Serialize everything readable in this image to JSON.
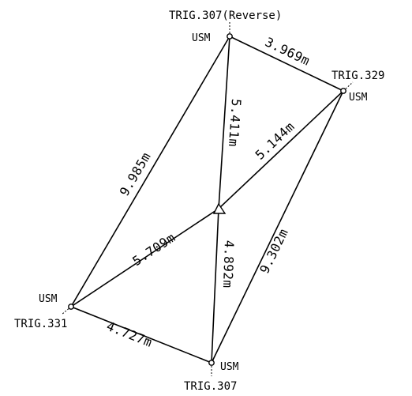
{
  "stations": {
    "trig307_reverse": {
      "name": "TRIG.307(Reverse)",
      "marker": "USM"
    },
    "trig329": {
      "name": "TRIG.329",
      "marker": "USM"
    },
    "trig331": {
      "name": "TRIG.331",
      "marker": "USM"
    },
    "trig307": {
      "name": "TRIG.307",
      "marker": "USM"
    }
  },
  "distances": {
    "reverse_to_329": "3.969m",
    "reverse_to_center": "5.411m",
    "center_to_329": "5.144m",
    "reverse_to_331": "9.985m",
    "center_to_331": "5.709m",
    "center_to_307": "4.892m",
    "p329_to_307": "9.302m",
    "p331_to_307": "4.727m"
  },
  "colors": {
    "line": "#000000",
    "background": "#ffffff"
  }
}
